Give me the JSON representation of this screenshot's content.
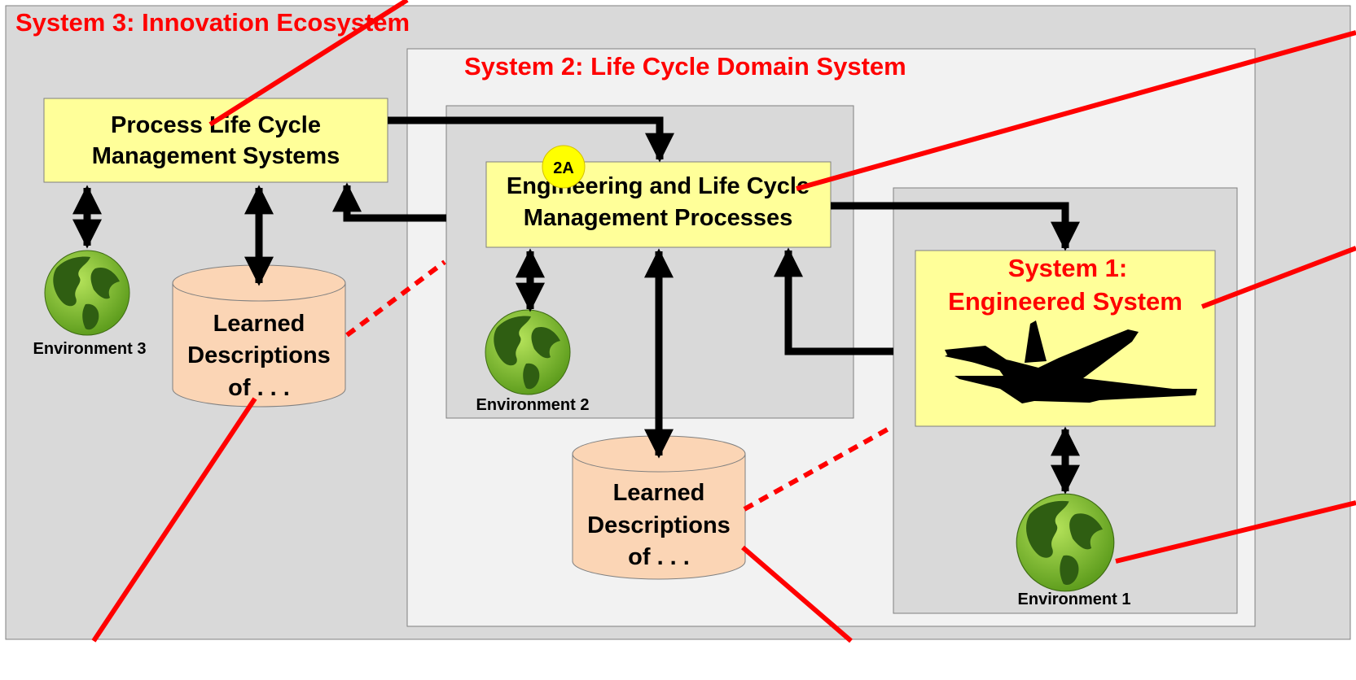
{
  "system3": {
    "title": "System 3:  Innovation Ecosystem"
  },
  "system2": {
    "title": "System 2: Life Cycle Domain System"
  },
  "system1": {
    "title_line1": "System 1:",
    "title_line2": "Engineered System",
    "icon": "airplane-icon"
  },
  "process_lcm": {
    "line1": "Process Life Cycle",
    "line2": "Management Systems"
  },
  "eng_processes": {
    "line1": "Engineering and Life Cycle",
    "line2": "Management Processes",
    "badge": "2A"
  },
  "learned_left": {
    "line1": "Learned",
    "line2": "Descriptions",
    "line3": "of . . ."
  },
  "learned_center": {
    "line1": "Learned",
    "line2": "Descriptions",
    "line3": "of . . ."
  },
  "environments": {
    "env1": "Environment 1",
    "env2": "Environment 2",
    "env3": "Environment 3",
    "icon": "globe-icon"
  },
  "colors": {
    "outer_bg": "#d9d9d9",
    "system2_bg": "#f2f2f2",
    "inner_bg": "#d9d9d9",
    "box_fill": "#ffff99",
    "cylinder_fill": "#fbd5b5",
    "accent_red": "#ff0000",
    "badge_fill": "#ffff00",
    "globe_land": "#4a7a1a",
    "globe_sea": "#8cc63f"
  }
}
